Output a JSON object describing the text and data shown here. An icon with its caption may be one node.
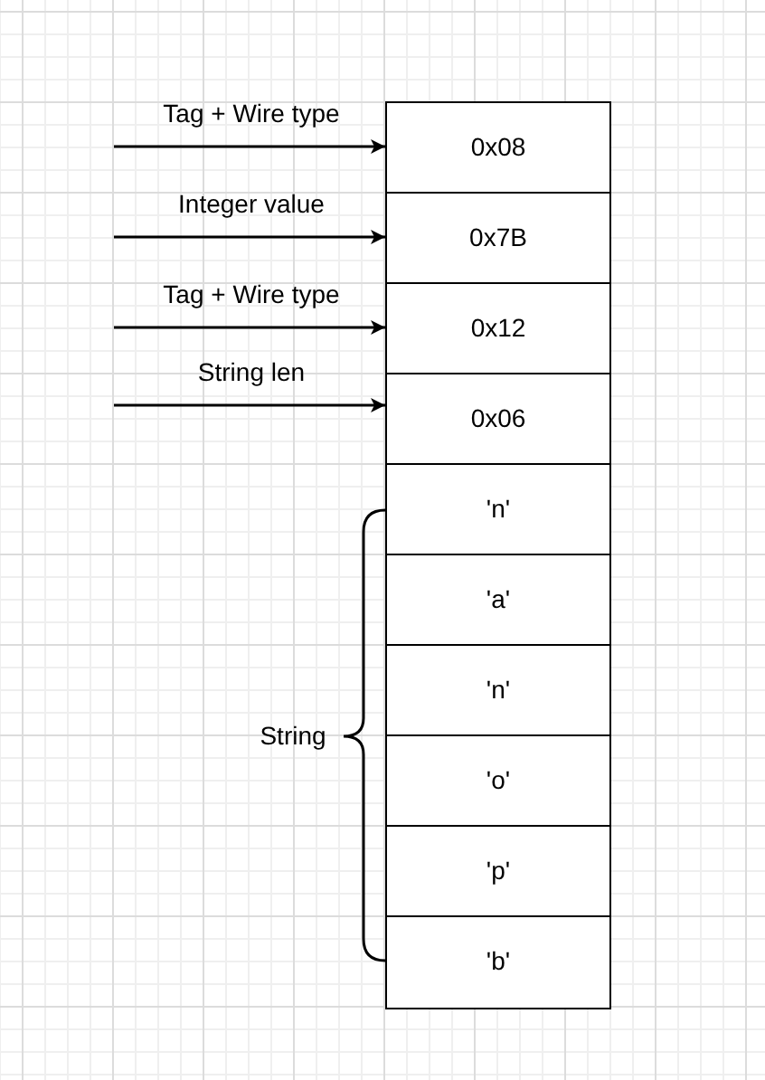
{
  "diagram": {
    "nodes": [
      {
        "text": [
          "0x08"
        ]
      },
      {
        "text": [
          "0x7B"
        ]
      },
      {
        "text": [
          "0x12"
        ]
      },
      {
        "text": [
          "0x06"
        ]
      },
      {
        "text": [
          "'n'"
        ]
      },
      {
        "text": [
          "'a'"
        ]
      },
      {
        "text": [
          "'n'"
        ]
      },
      {
        "text": [
          "'o'"
        ]
      },
      {
        "text": [
          "'p'"
        ]
      },
      {
        "text": [
          "'b'"
        ]
      }
    ],
    "edges": [
      {
        "from": null,
        "to": 0,
        "arrow": "to",
        "label": "Tag + Wire type"
      },
      {
        "from": null,
        "to": 1,
        "arrow": "to",
        "label": "Integer value"
      },
      {
        "from": null,
        "to": 2,
        "arrow": "to",
        "label": "Tag + Wire type"
      },
      {
        "from": null,
        "to": 3,
        "arrow": "to",
        "label": "String len"
      }
    ],
    "labels": [
      "String"
    ]
  }
}
